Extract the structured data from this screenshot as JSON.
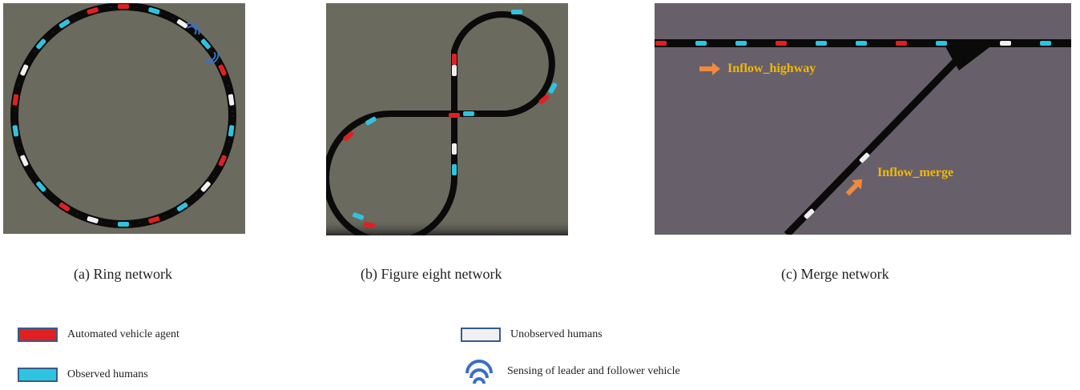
{
  "colors": {
    "automated": "#e02020",
    "observed": "#2ec4e0",
    "unobserved": "#f0f0f0",
    "sensing": "#3a6fc4",
    "ring_bg": "#6b6a5e",
    "fig8_bg": "#6b6a5e",
    "merge_bg": "#67606a",
    "road": "#0a0a0a",
    "arrow": "#f08a40",
    "flow_label": "#f2b800"
  },
  "captions": {
    "ring": "(a) Ring network",
    "figure_eight": "(b) Figure eight network",
    "merge": "(c) Merge network"
  },
  "merge_labels": {
    "inflow_highway": "Inflow_highway",
    "inflow_merge": "Inflow_merge"
  },
  "legend": {
    "automated": "Automated vehicle agent",
    "observed": "Observed humans",
    "unobserved": "Unobserved  humans",
    "sensing": "Sensing of leader and follower vehicle"
  }
}
